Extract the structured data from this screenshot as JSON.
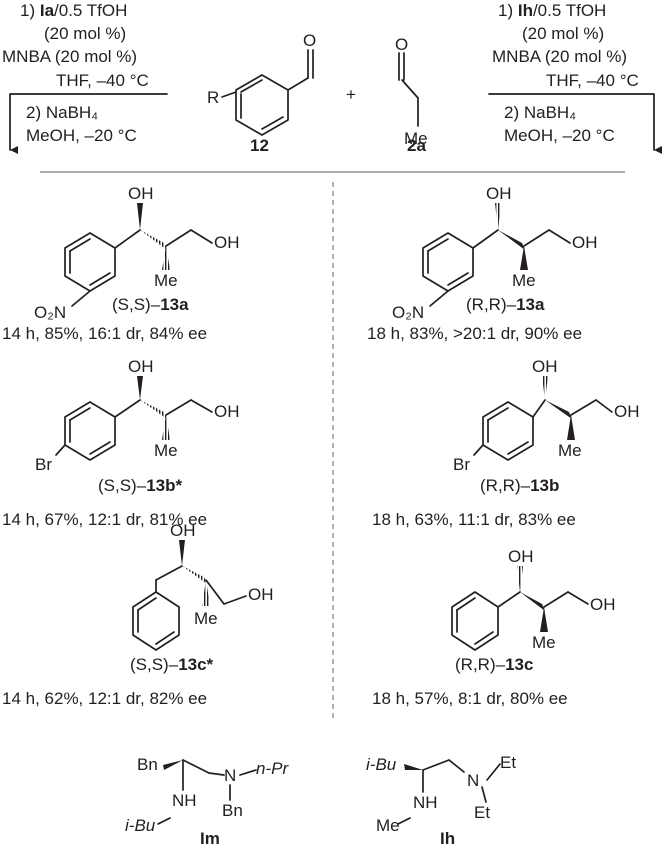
{
  "conditions_left": {
    "line1_prefix": "1) ",
    "line1_bold": "Ia",
    "line1_suffix": "/0.5 TfOH",
    "line2": "(20 mol %)",
    "line3": "MNBA (20 mol %)",
    "line4": "THF, –40 °C",
    "line5": "2) NaBH₄",
    "line6": "MeOH, –20 °C"
  },
  "conditions_right": {
    "line1_prefix": "1) ",
    "line1_bold": "Ih",
    "line1_suffix": "/0.5 TfOH",
    "line2": "(20 mol %)",
    "line3": "MNBA (20 mol %)",
    "line4": "THF, –40 °C",
    "line5": "2) NaBH₄",
    "line6": "MeOH, –20 °C"
  },
  "reagents": {
    "substituent": "R",
    "aldehyde_O": "O",
    "plus": "+",
    "propanal_O": "O",
    "propanal_me": "Me",
    "label_12": "12",
    "label_2a": "2a"
  },
  "atoms": {
    "oh": "OH",
    "me": "Me",
    "o2n": "O₂N",
    "br": "Br"
  },
  "products": {
    "left_13a": {
      "stereo": "(S,S)–",
      "name": "13a",
      "result": "14 h, 85%, 16:1 dr, 84% ee"
    },
    "right_13a": {
      "stereo": "(R,R)–",
      "name": "13a",
      "result": "18 h, 83%, >20:1 dr, 90% ee"
    },
    "left_13b": {
      "stereo": "(S,S)–",
      "name": "13b*",
      "result": "14 h, 67%, 12:1 dr, 81% ee"
    },
    "right_13b": {
      "stereo": "(R,R)–",
      "name": "13b",
      "result": "18 h, 63%, 11:1 dr, 83% ee"
    },
    "left_13c": {
      "stereo": "(S,S)–",
      "name": "13c*",
      "result": "14 h, 62%, 12:1 dr, 82% ee"
    },
    "right_13c": {
      "stereo": "(R,R)–",
      "name": "13c",
      "result": "18 h, 57%, 8:1 dr, 80% ee"
    }
  },
  "catalysts": {
    "Im": {
      "bn1": "Bn",
      "n": "N",
      "npr": "n-Pr",
      "bn2": "Bn",
      "nh": "NH",
      "ibu": "i-Bu",
      "label": "Im"
    },
    "Ih": {
      "ibu": "i-Bu",
      "n": "N",
      "et1": "Et",
      "et2": "Et",
      "nh": "NH",
      "me": "Me",
      "label": "Ih"
    }
  }
}
